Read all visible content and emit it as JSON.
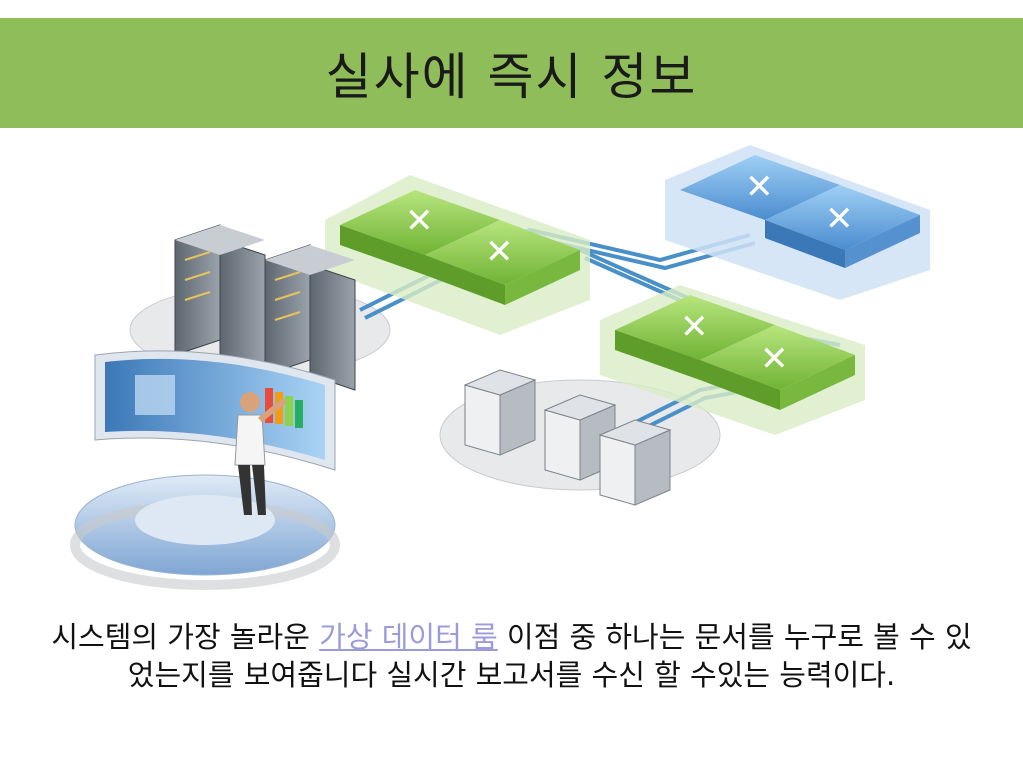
{
  "slide": {
    "title": "실사에 즉시 정보",
    "caption_before": "시스템의 가장 놀라운 ",
    "caption_link": "가상 데이터 룸",
    "caption_after": " 이점 중 하나는 문서를 누구로 볼 수 있었는지를 보여줍니다 실시간 보고서를 수신 할 수있는 능력이다."
  },
  "colors": {
    "title_bar": "#8fbd5a",
    "link": "#9b9bdc",
    "switch_green": "#8ed14a",
    "switch_blue": "#6aa8e0",
    "cable": "#4a90c8"
  },
  "icons": [
    "server-rack-icon",
    "network-switch-icon",
    "desktop-tower-icon",
    "user-figure-icon",
    "touch-display-icon"
  ]
}
